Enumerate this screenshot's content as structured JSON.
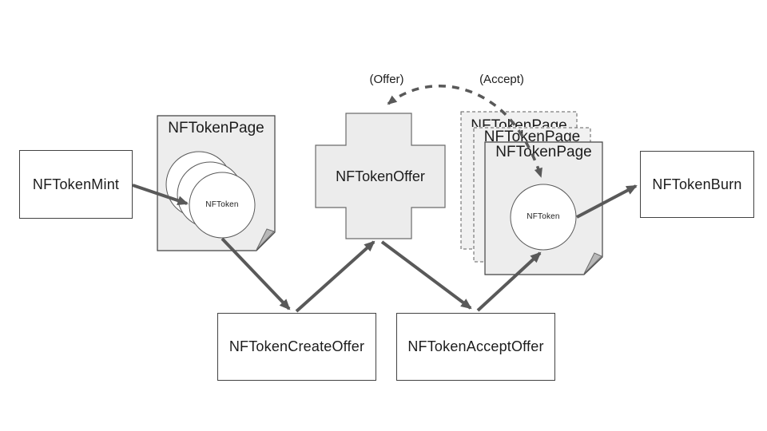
{
  "diagram": {
    "annotations": {
      "offer": "(Offer)",
      "accept": "(Accept)"
    },
    "nodes": {
      "mint": {
        "label": "NFTokenMint"
      },
      "page1": {
        "title": "NFTokenPage",
        "token": "NFToken"
      },
      "offer": {
        "label": "NFTokenOffer"
      },
      "create_offer": {
        "label": "NFTokenCreateOffer"
      },
      "accept_offer": {
        "label": "NFTokenAcceptOffer"
      },
      "page2": {
        "back_title": "NFTokenPage",
        "middle_title": "NFTokenPage",
        "title": "NFTokenPage",
        "token": "NFToken"
      },
      "burn": {
        "label": "NFTokenBurn"
      }
    },
    "colors": {
      "arrow": "#595959",
      "page_fill": "#ededed",
      "dashed_page_fill": "#f1f1f1",
      "cross_fill": "#ececec",
      "fold_fill": "#b8b8b8",
      "border": "#424242",
      "text": "#1c1c1c"
    }
  }
}
